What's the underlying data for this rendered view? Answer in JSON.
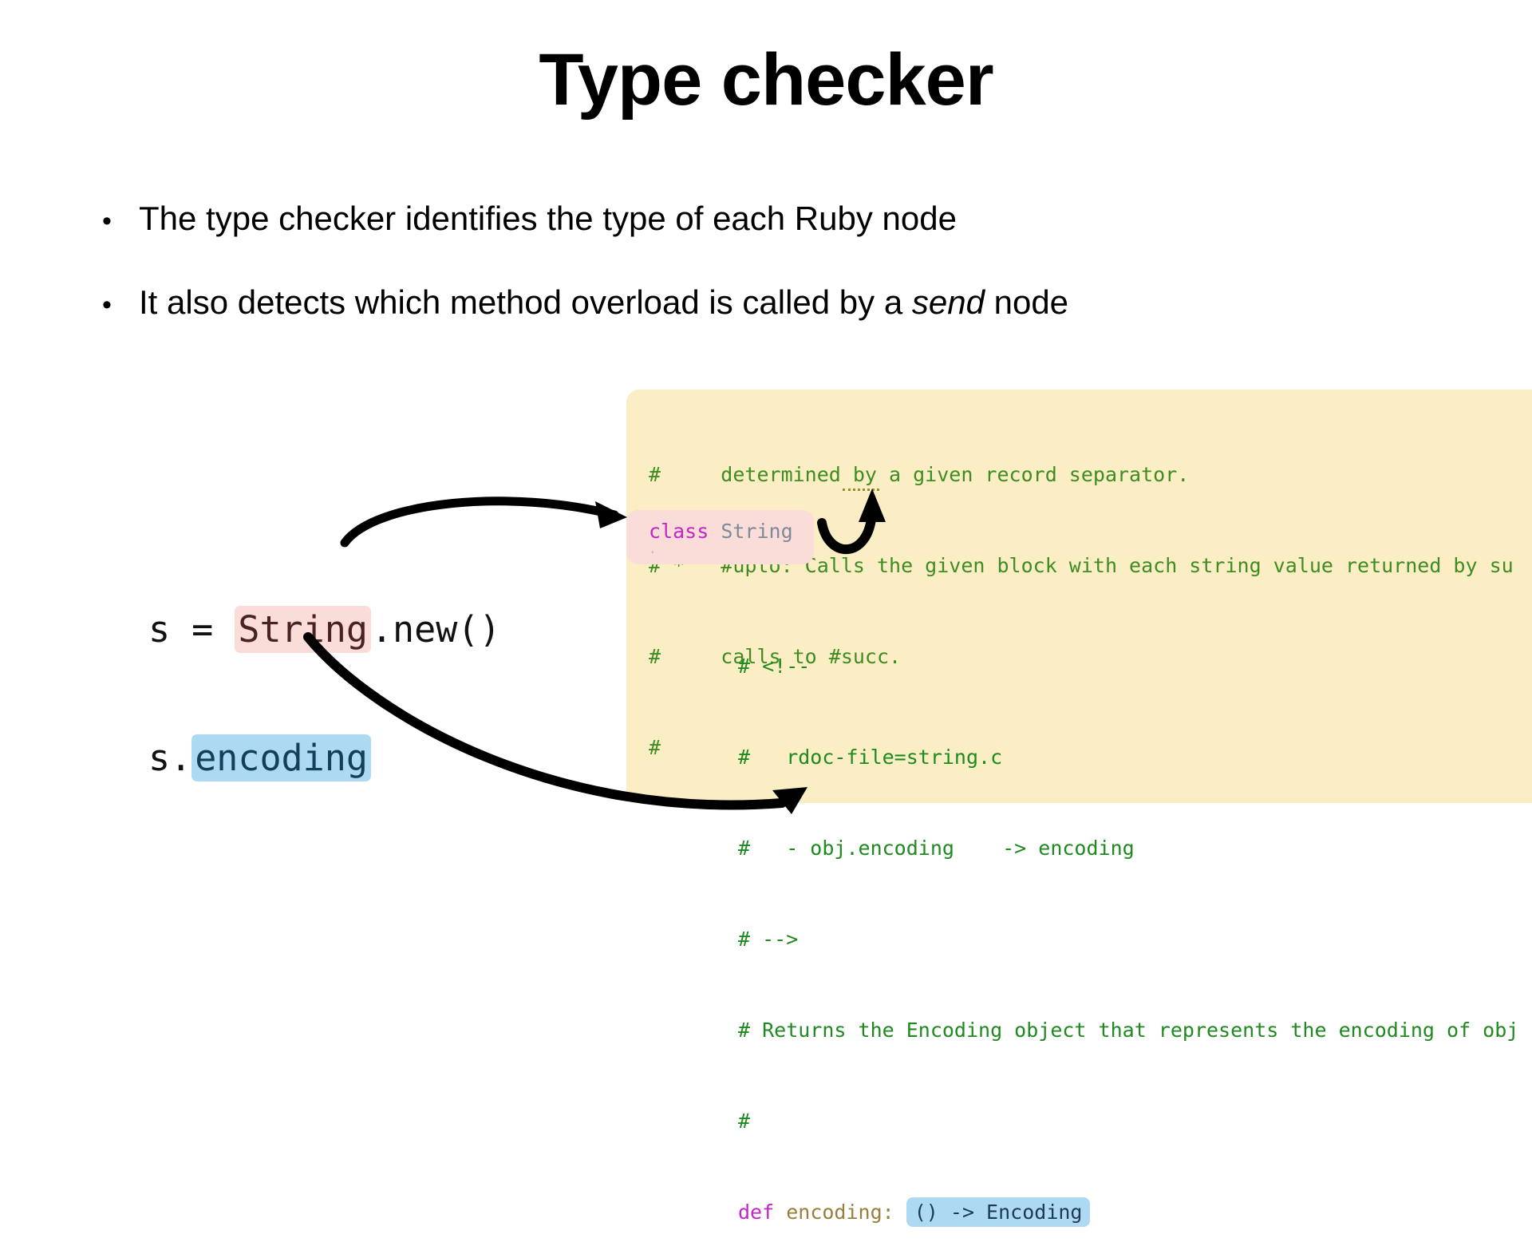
{
  "slide": {
    "title": "Type checker",
    "bullets": [
      {
        "marker": "•",
        "pre": "The type checker identifies the type of each Ruby node",
        "em": "",
        "post": ""
      },
      {
        "marker": "•",
        "pre": "It also detects which method overload is called by a ",
        "em": "send",
        "post": " node"
      }
    ]
  },
  "code_sample": {
    "line1": {
      "prefix": "s = ",
      "highlight": "String",
      "suffix": ".new()"
    },
    "line2": {
      "prefix": "s.",
      "highlight": "encoding",
      "suffix": ""
    }
  },
  "rbs_top": {
    "lines": [
      "#     determined by a given record separator.",
      "# *   #upto: Calls the given block with each string value returned by su",
      "#     calls to #succ.",
      "#"
    ],
    "line_clipped_note": "returned by su",
    "underlined_token": "succ",
    "background": "#fbeec4",
    "comment_color": "#3f8c22"
  },
  "class_chip": {
    "keyword": "class",
    "name": "String",
    "background": "#fadcd9",
    "keyword_color": "#c426c4",
    "name_color": "#7d8a99"
  },
  "rbs_bottom": {
    "lines": [
      "# <!--",
      "#   rdoc-file=string.c",
      "#   - obj.encoding    -> encoding",
      "# -->",
      "# Returns the Encoding object that represents the encoding of obj",
      "#"
    ],
    "def_keyword": "def",
    "method_name": "encoding:",
    "signature": "() -> Encoding",
    "comment_color": "#1f8a1f",
    "signature_background": "#aed9f2"
  },
  "arrows": [
    {
      "name": "string-to-class-string",
      "from": "String highlight",
      "to": "class String chip"
    },
    {
      "name": "class-string-to-doc",
      "from": "class String chip",
      "to": "rbs top comment block"
    },
    {
      "name": "encoding-to-signature",
      "from": "encoding highlight",
      "to": "def encoding signature"
    }
  ],
  "colors": {
    "page_background": "#ffffff",
    "pink_highlight": "#fadcd9",
    "blue_highlight": "#aed9f2",
    "yellow_highlight": "#fbeec4",
    "text": "#000000"
  }
}
